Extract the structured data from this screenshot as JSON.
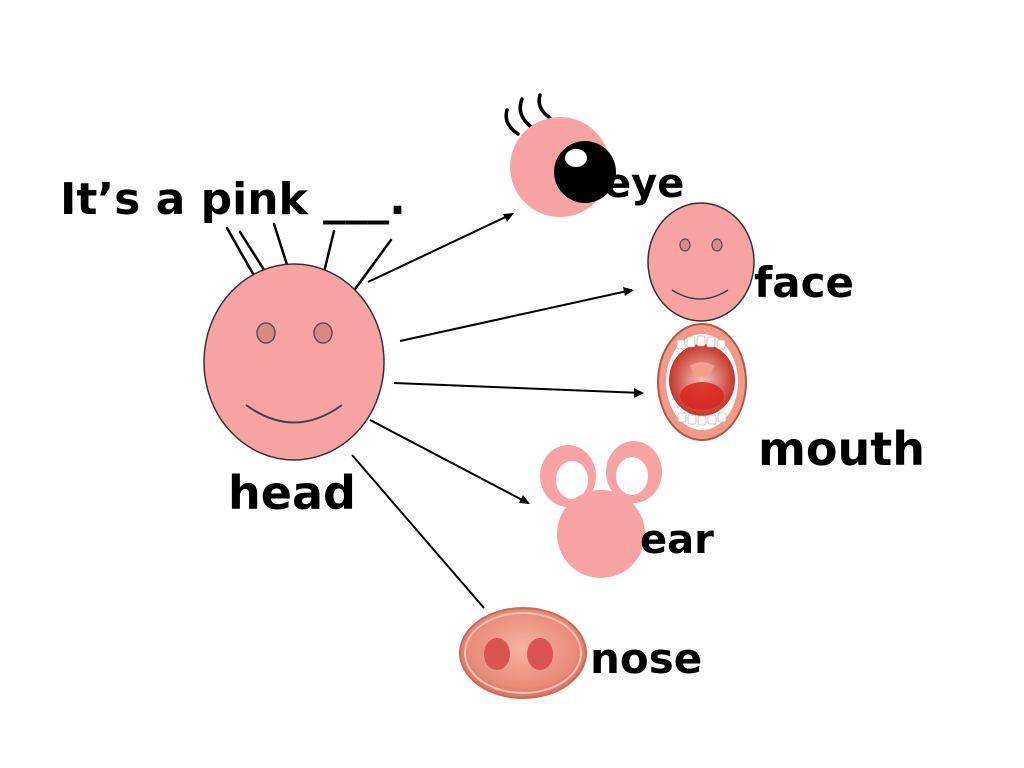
{
  "sentence": "It’s a pink ___.",
  "labels": {
    "head": "head",
    "eye": "eye",
    "face": "face",
    "mouth": "mouth",
    "ear": "ear",
    "nose": "nose"
  },
  "colors": {
    "pink": "#f7a3a3",
    "outline": "#333333",
    "nose_dark": "#d9534f",
    "mouth_red": "#d9241c"
  },
  "icons": [
    "head-icon",
    "eye-icon",
    "face-icon",
    "mouth-icon",
    "ear-icon",
    "nose-icon"
  ]
}
